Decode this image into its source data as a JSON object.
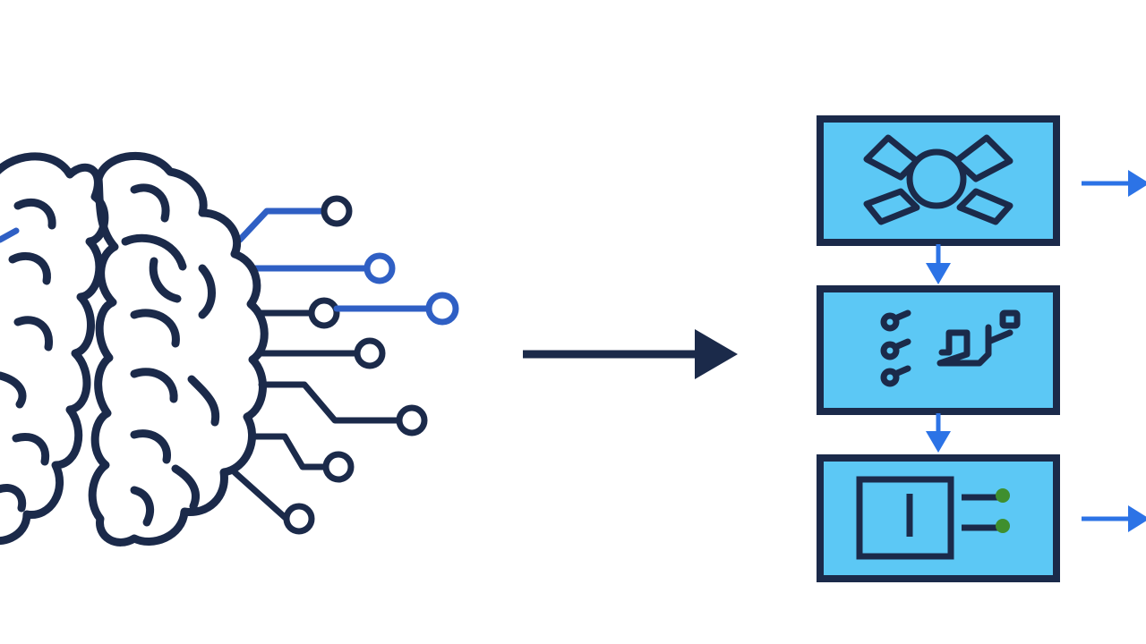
{
  "diagram": {
    "colors": {
      "background": "#ffffff",
      "navy": "#1b2a4a",
      "circuit_blue": "#2f5fc4",
      "box_fill": "#5cc8f5",
      "box_stroke": "#1b2a4a",
      "flow_arrow": "#2c73e6",
      "main_arrow": "#1b2a4a",
      "node_dot": "#3f8f2e"
    },
    "brain": {
      "icon": "brain-circuit-icon",
      "circuit_line_count": 7
    },
    "main_arrow": {
      "icon": "right-arrow-icon"
    },
    "stages": [
      {
        "id": "stage-1",
        "icon": "network-hub-icon"
      },
      {
        "id": "stage-2",
        "icon": "circuit-nodes-icon"
      },
      {
        "id": "stage-3",
        "icon": "output-module-icon"
      }
    ],
    "flow_arrows": {
      "between_stages": 2,
      "output_arrows": 2,
      "icon": "arrow-icon"
    }
  }
}
